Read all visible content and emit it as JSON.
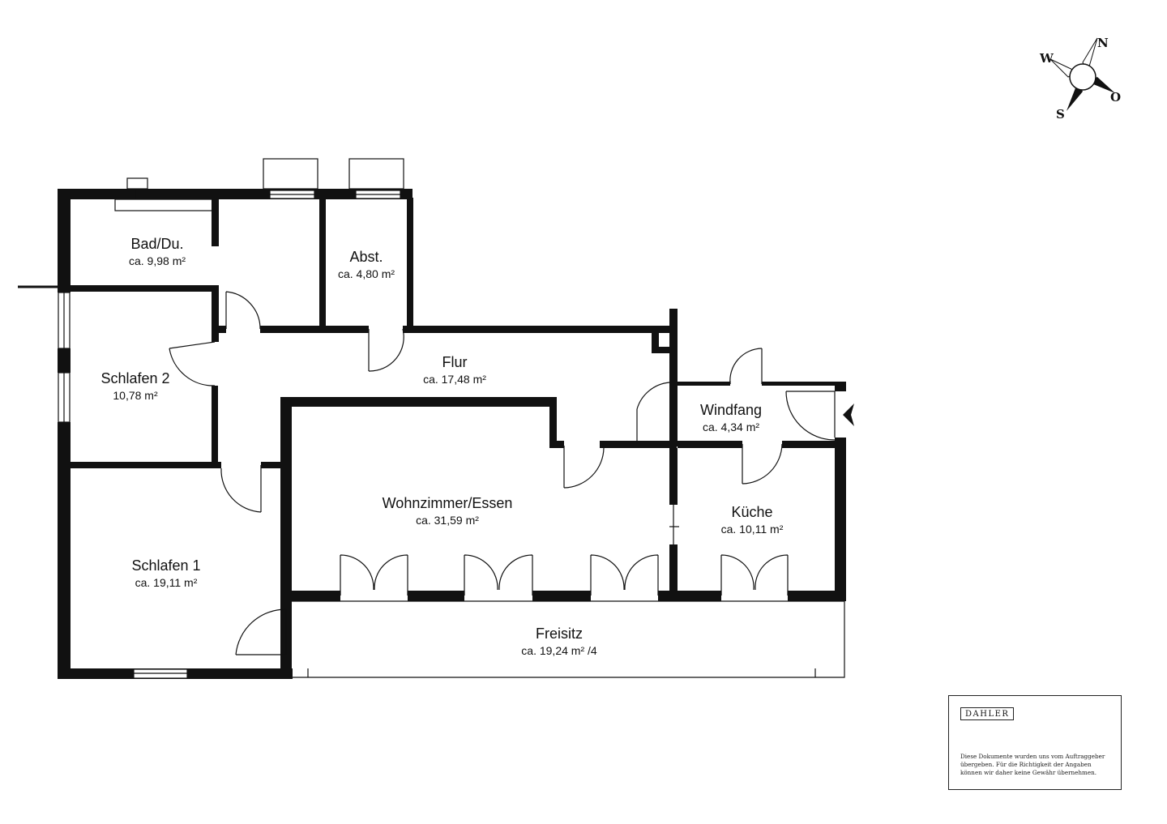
{
  "rooms": {
    "bad": {
      "name": "Bad/Du.",
      "area": "ca. 9,98 m²"
    },
    "abst": {
      "name": "Abst.",
      "area": "ca. 4,80 m²"
    },
    "schlafen2": {
      "name": "Schlafen 2",
      "area": "10,78 m²"
    },
    "flur": {
      "name": "Flur",
      "area": "ca. 17,48 m²"
    },
    "windfang": {
      "name": "Windfang",
      "area": "ca. 4,34 m²"
    },
    "wohnzimmer": {
      "name": "Wohnzimmer/Essen",
      "area": "ca. 31,59 m²"
    },
    "kueche": {
      "name": "Küche",
      "area": "ca. 10,11 m²"
    },
    "schlafen1": {
      "name": "Schlafen 1",
      "area": "ca. 19,11 m²"
    },
    "freisitz": {
      "name": "Freisitz",
      "area": "ca. 19,24 m² /4"
    }
  },
  "compass": {
    "north": "N",
    "east": "O",
    "south": "S",
    "west": "W"
  },
  "brand": {
    "logo": "DAHLER"
  },
  "disclaimer": {
    "line1": "Diese Dokumente wurden uns vom Auftraggeber",
    "line2": "übergeben. Für die Richtigkeit der Angaben",
    "line3": "können wir daher keine Gewähr übernehmen."
  },
  "colors": {
    "wall": "#111111",
    "background": "#ffffff"
  },
  "icons": {
    "compass": "compass-rose-icon",
    "entrance": "entrance-arrow-icon"
  }
}
